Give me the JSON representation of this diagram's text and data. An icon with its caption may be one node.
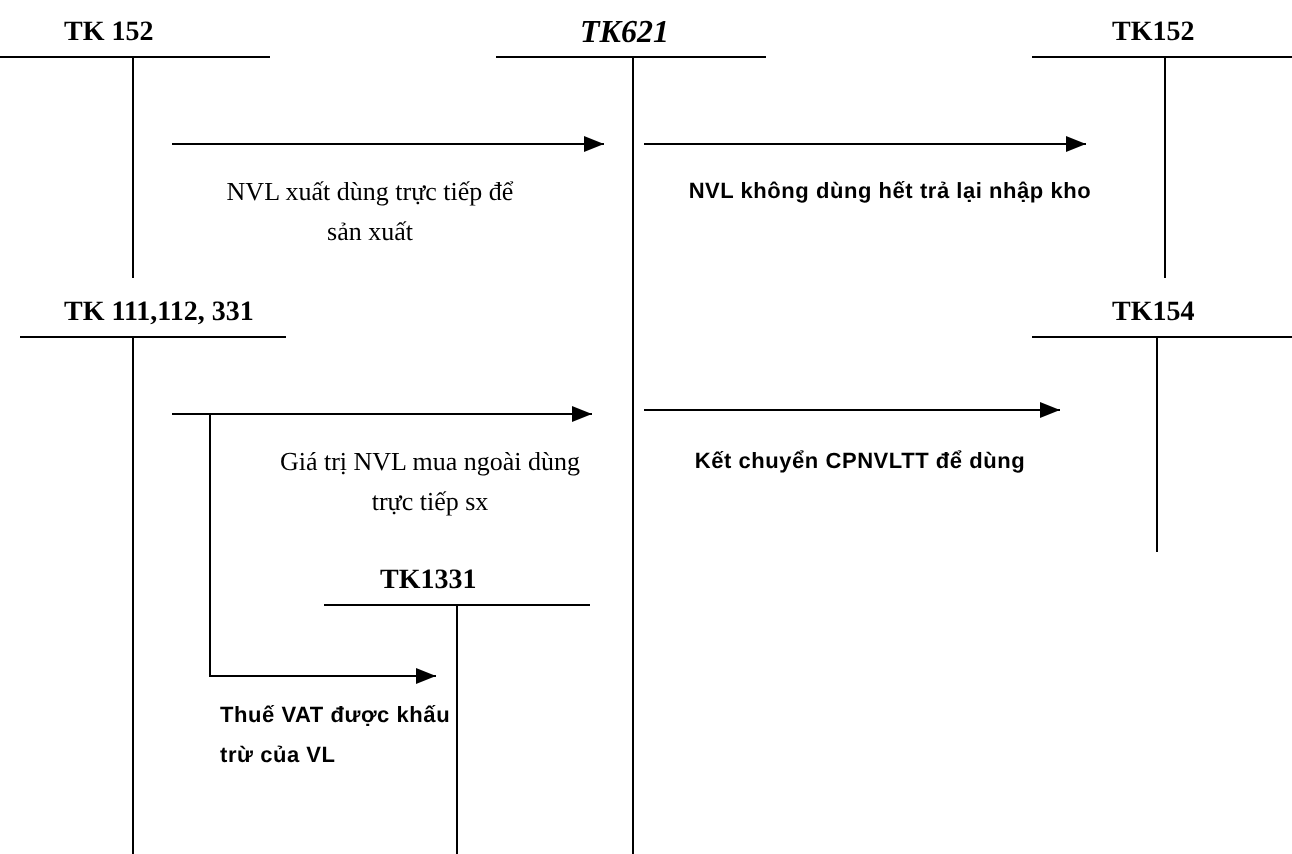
{
  "diagram": {
    "nodes": [
      {
        "text": [
          "TK 152"
        ]
      },
      {
        "text": [
          "TK621"
        ]
      },
      {
        "text": [
          "TK152"
        ]
      },
      {
        "text": [
          "TK 111,112, 331"
        ]
      },
      {
        "text": [
          "TK154"
        ]
      },
      {
        "text": [
          "TK1331"
        ]
      }
    ],
    "edges": [
      {
        "from": 0,
        "to": 1,
        "arrow": "to",
        "label": "NVL xuất dùng trực tiếp để sản xuất"
      },
      {
        "from": 1,
        "to": 2,
        "arrow": "to",
        "label": "NVL không dùng hết trả lại nhập kho"
      },
      {
        "from": 3,
        "to": 1,
        "arrow": "to",
        "label": "Giá trị NVL mua ngoài dùng trực tiếp sx"
      },
      {
        "from": 1,
        "to": 4,
        "arrow": "to",
        "label": "Kết chuyển CPNVLTT để dùng"
      },
      {
        "from": 3,
        "to": 5,
        "arrow": "to",
        "label": "Thuế VAT được khấu trừ của VL"
      }
    ]
  }
}
